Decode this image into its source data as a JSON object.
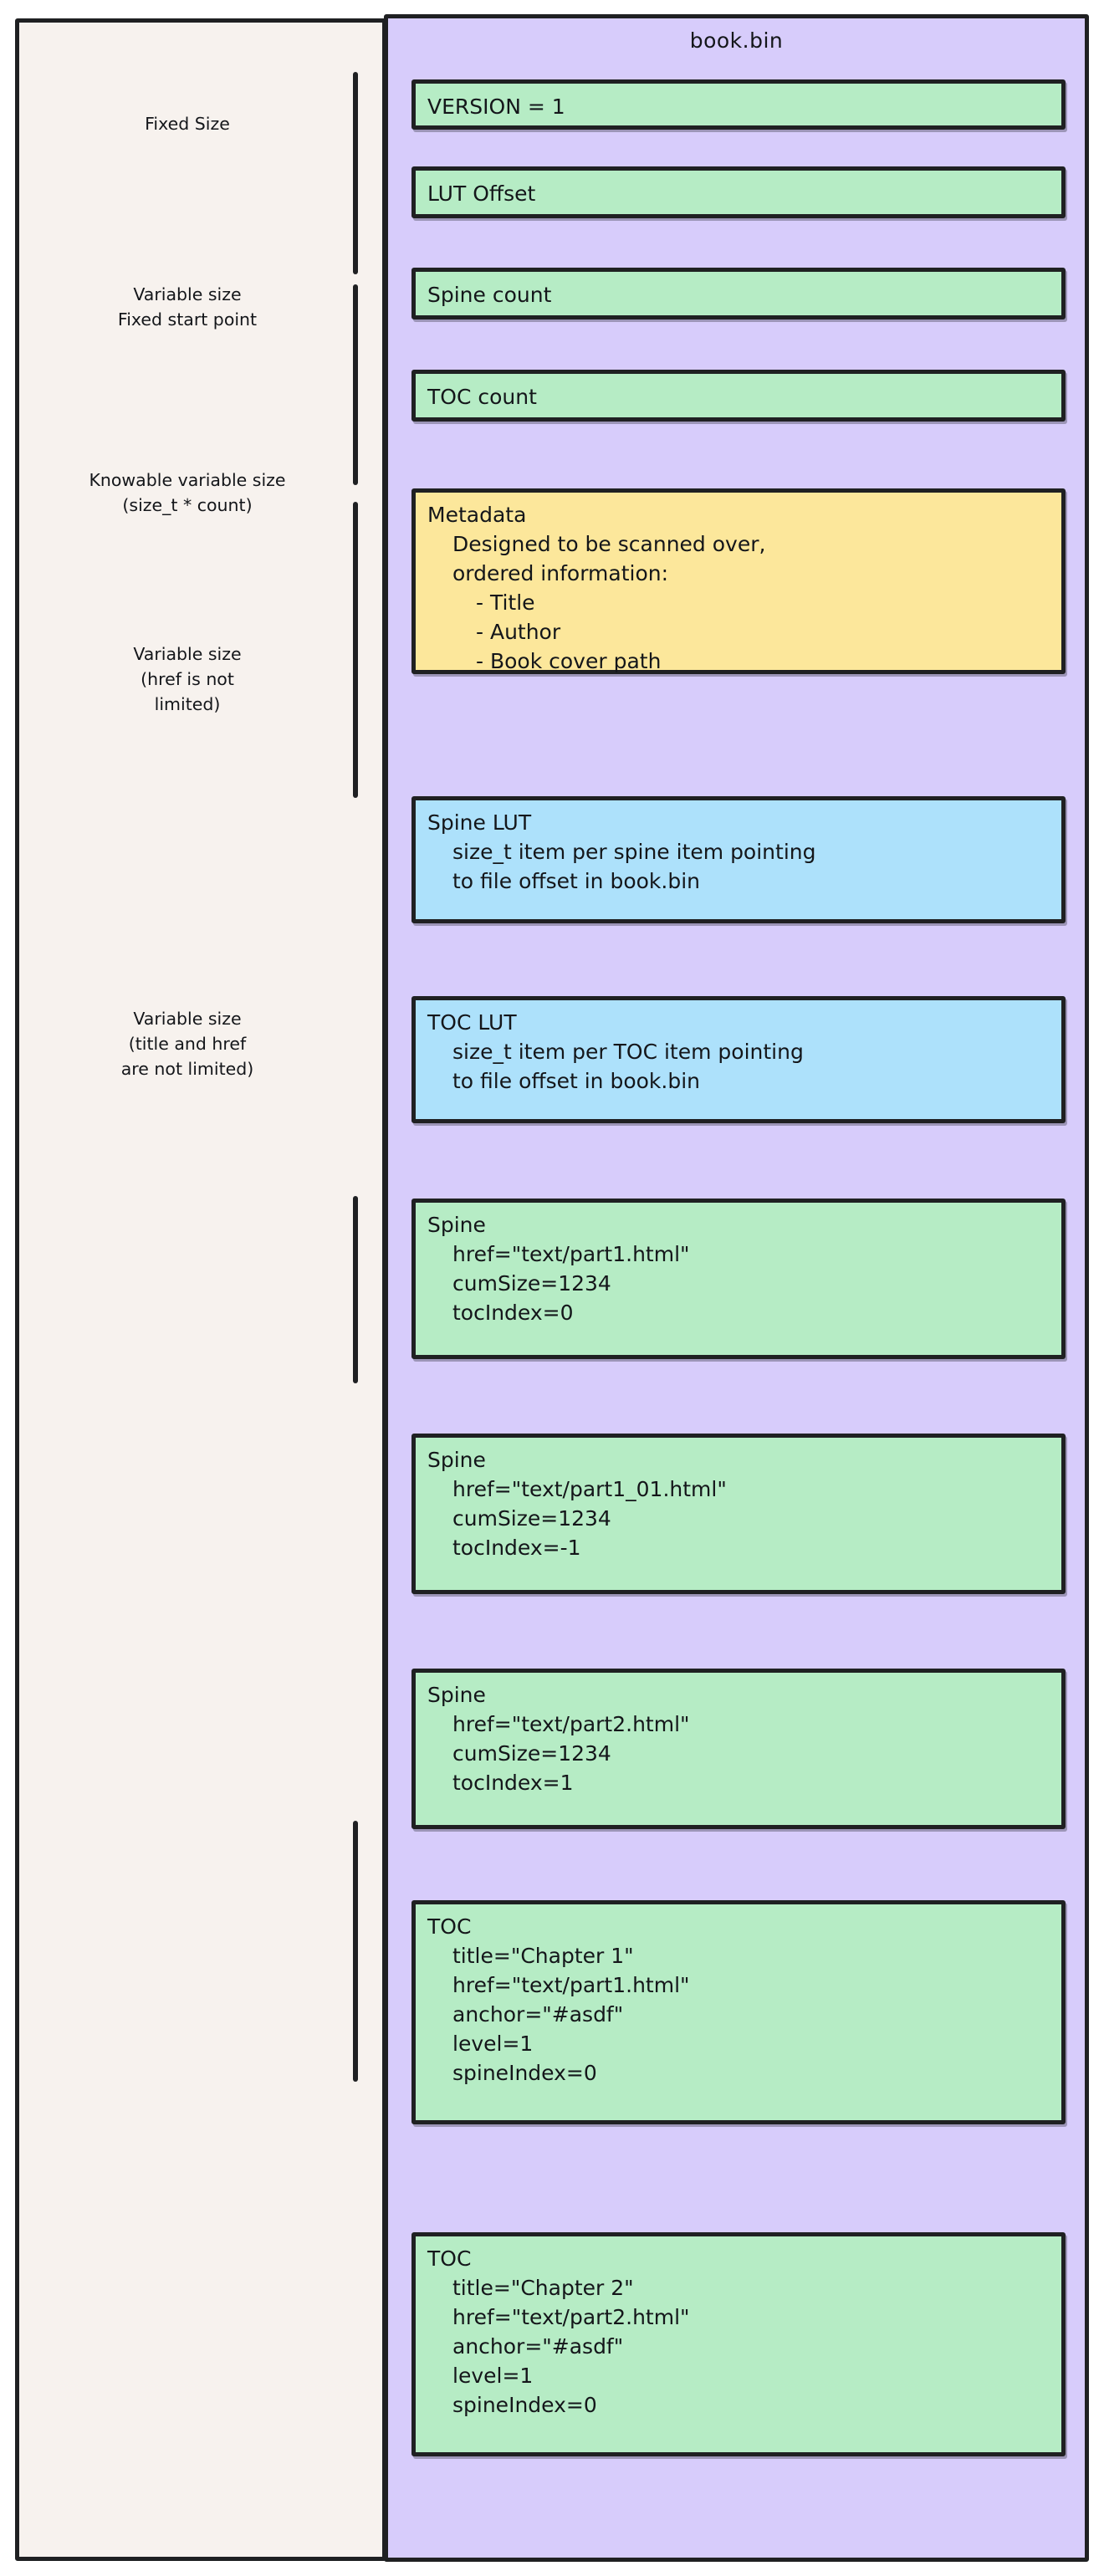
{
  "diagram": {
    "title": "book.bin",
    "left_panel_name": "structure-size-annotations",
    "sections": [
      {
        "id": "fixed-size",
        "label": "Fixed Size"
      },
      {
        "id": "variable-fixed-start",
        "label": "Variable size\nFixed start point"
      },
      {
        "id": "knowable-variable",
        "label": "Knowable variable size\n(size_t * count)"
      },
      {
        "id": "variable-href",
        "label": "Variable size\n(href is not\nlimited)"
      },
      {
        "id": "variable-title-href",
        "label": "Variable size\n(title and href\nare not limited)"
      }
    ],
    "blocks": [
      {
        "id": "version",
        "color": "green",
        "lines": [
          {
            "text": "VERSION = 1",
            "indent": 0
          }
        ]
      },
      {
        "id": "lut-offset",
        "color": "green",
        "lines": [
          {
            "text": "LUT Offset",
            "indent": 0
          }
        ]
      },
      {
        "id": "spine-count",
        "color": "green",
        "lines": [
          {
            "text": "Spine count",
            "indent": 0
          }
        ]
      },
      {
        "id": "toc-count",
        "color": "green",
        "lines": [
          {
            "text": "TOC count",
            "indent": 0
          }
        ]
      },
      {
        "id": "metadata",
        "color": "yellow",
        "lines": [
          {
            "text": "Metadata",
            "indent": 0
          },
          {
            "text": "Designed to be scanned over,",
            "indent": 1
          },
          {
            "text": "ordered information:",
            "indent": 1
          },
          {
            "text": "- Title",
            "indent": 2
          },
          {
            "text": "- Author",
            "indent": 2
          },
          {
            "text": "- Book cover path",
            "indent": 2
          }
        ]
      },
      {
        "id": "spine-lut",
        "color": "blue",
        "lines": [
          {
            "text": "Spine LUT",
            "indent": 0
          },
          {
            "text": "size_t item per spine item pointing",
            "indent": 1
          },
          {
            "text": "to file offset in book.bin",
            "indent": 1
          }
        ]
      },
      {
        "id": "toc-lut",
        "color": "blue",
        "lines": [
          {
            "text": "TOC LUT",
            "indent": 0
          },
          {
            "text": "size_t item per TOC item pointing",
            "indent": 1
          },
          {
            "text": "to file offset in book.bin",
            "indent": 1
          }
        ]
      },
      {
        "id": "spine-1",
        "color": "green",
        "lines": [
          {
            "text": "Spine",
            "indent": 0
          },
          {
            "text": "href=\"text/part1.html\"",
            "indent": 1
          },
          {
            "text": "cumSize=1234",
            "indent": 1
          },
          {
            "text": "tocIndex=0",
            "indent": 1
          }
        ]
      },
      {
        "id": "spine-2",
        "color": "green",
        "lines": [
          {
            "text": "Spine",
            "indent": 0
          },
          {
            "text": "href=\"text/part1_01.html\"",
            "indent": 1
          },
          {
            "text": "cumSize=1234",
            "indent": 1
          },
          {
            "text": "tocIndex=-1",
            "indent": 1
          }
        ]
      },
      {
        "id": "spine-3",
        "color": "green",
        "lines": [
          {
            "text": "Spine",
            "indent": 0
          },
          {
            "text": "href=\"text/part2.html\"",
            "indent": 1
          },
          {
            "text": "cumSize=1234",
            "indent": 1
          },
          {
            "text": "tocIndex=1",
            "indent": 1
          }
        ]
      },
      {
        "id": "toc-1",
        "color": "green",
        "lines": [
          {
            "text": "TOC",
            "indent": 0
          },
          {
            "text": "title=\"Chapter 1\"",
            "indent": 1
          },
          {
            "text": "href=\"text/part1.html\"",
            "indent": 1
          },
          {
            "text": "anchor=\"#asdf\"",
            "indent": 1
          },
          {
            "text": "level=1",
            "indent": 1
          },
          {
            "text": "spineIndex=0",
            "indent": 1
          }
        ]
      },
      {
        "id": "toc-2",
        "color": "green",
        "lines": [
          {
            "text": "TOC",
            "indent": 0
          },
          {
            "text": "title=\"Chapter 2\"",
            "indent": 1
          },
          {
            "text": "href=\"text/part2.html\"",
            "indent": 1
          },
          {
            "text": "anchor=\"#asdf\"",
            "indent": 1
          },
          {
            "text": "level=1",
            "indent": 1
          },
          {
            "text": "spineIndex=0",
            "indent": 1
          }
        ]
      }
    ],
    "colors": {
      "background": "#ffffff",
      "left_panel": "#f7f2ee",
      "right_panel": "#d7ccfb",
      "green": "#b6ecc5",
      "yellow": "#fce79b",
      "blue": "#ade1fb",
      "stroke": "#1f2022"
    }
  }
}
